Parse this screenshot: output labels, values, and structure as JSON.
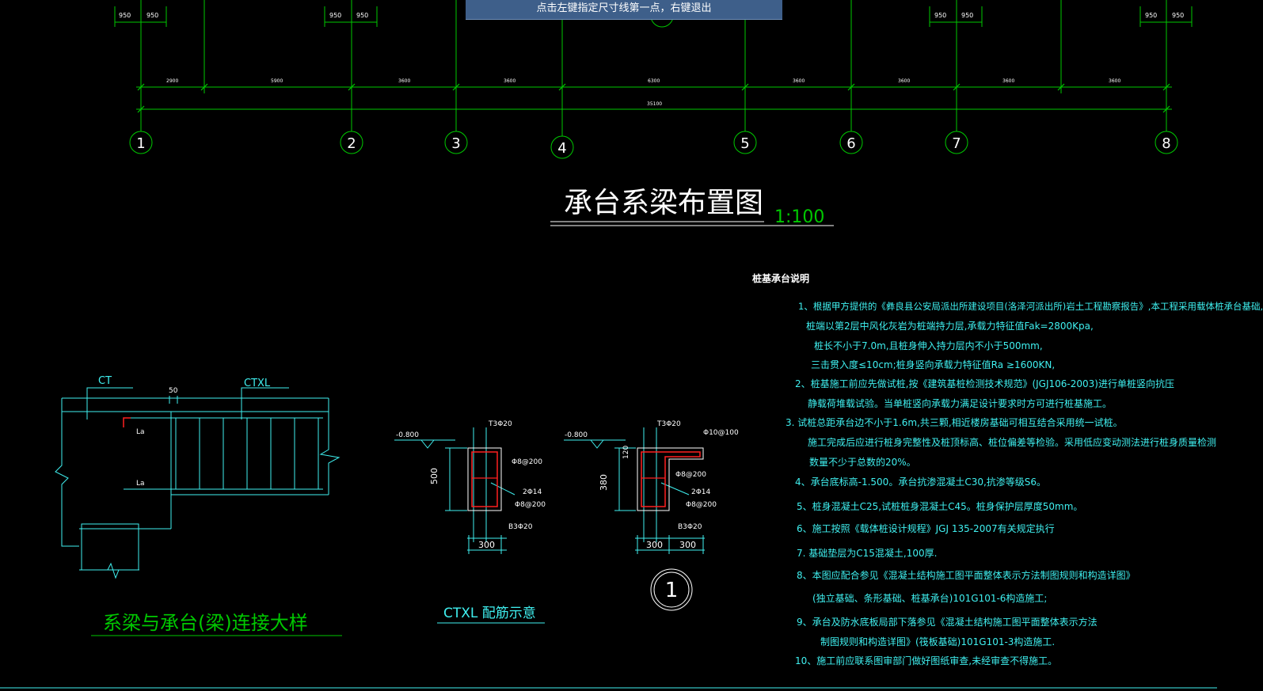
{
  "prompt": {
    "text": "点击左键指定尺寸线第一点，右键退出"
  },
  "colors": {
    "grid": "#00c800",
    "cyan": "#3ff0f0",
    "red": "#ff2020",
    "white": "#ffffff",
    "prompt_bg": "#3e5f8a"
  },
  "top_dims": {
    "pairs": [
      [
        "950",
        "950"
      ],
      [
        "950",
        "950"
      ],
      [
        "950",
        "950"
      ],
      [
        "950",
        "950"
      ]
    ],
    "segments": [
      "2900",
      "5900",
      "3600",
      "3600",
      "6300",
      "3600",
      "3600",
      "3600",
      "3600"
    ],
    "total": "35100"
  },
  "axes": [
    "1",
    "2",
    "3",
    "4",
    "5",
    "6",
    "7",
    "8"
  ],
  "plan_title": {
    "text": "承台系梁布置图",
    "scale": "1:100"
  },
  "detail_joint": {
    "label_ct": "CT",
    "label_ctxl": "CTXL",
    "dim_50": "50",
    "la_top": "La",
    "la_bottom": "La",
    "title": "系梁与承台(梁)连接大样"
  },
  "section_a": {
    "elev": "-0.800",
    "top_bar": "T3Φ20",
    "stirrup": "Φ8@200",
    "side_bar": "2Φ14",
    "stirrup2": "Φ8@200",
    "bottom_bar": "B3Φ20",
    "height": "500",
    "width": "300"
  },
  "section_b": {
    "elev": "-0.800",
    "top_bar": "T3Φ20",
    "extra": "Φ10@100",
    "h_small": "120",
    "stirrup": "Φ8@200",
    "side_bar": "2Φ14",
    "stirrup2": "Φ8@200",
    "bottom_bar": "B3Φ20",
    "height": "380",
    "width_1": "300",
    "width_2": "300",
    "mark": "1"
  },
  "section_title": "CTXL 配筋示意",
  "notes": {
    "heading": "桩基承台说明",
    "lines": [
      "1、根据甲方提供的《彝良县公安局派出所建设项目(洛泽河派出所)岩土工程勘察报告》,本工程采用载体桩承台基础,",
      "桩端以第2层中风化灰岩为桩端持力层,承载力特征值Fak=2800Kpa,",
      "桩长不小于7.0m,且桩身伸入持力层内不小于500mm,",
      "三击贯入度≤10cm;桩身竖向承载力特征值Ra ≥1600KN,",
      "2、桩基施工前应先做试桩,按《建筑基桩检测技术规范》(JGJ106-2003)进行单桩竖向抗压",
      "静载荷堆载试验。当单桩竖向承载力满足设计要求时方可进行桩基施工。",
      "3. 试桩总距承台边不小于1.6m,共三颗,相近楼房基础可相互结合采用统一试桩。",
      "施工完成后应进行桩身完整性及桩顶标高、桩位偏差等检验。采用低应变动测法进行桩身质量检测",
      "数量不少于总数的20%。",
      "4、承台底标高-1.500。承台抗渗混凝土C30,抗渗等级S6。",
      "5、桩身混凝土C25,试桩桩身混凝土C45。桩身保护层厚度50mm。",
      "6、施工按照《载体桩设计规程》JGJ 135-2007有关规定执行",
      "7. 基础垫层为C15混凝土,100厚.",
      "8、本图应配合参见《混凝土结构施工图平面整体表示方法制图规则和构造详图》",
      "(独立基础、条形基础、桩基承台)101G101-6构造施工;",
      "9、承台及防水底板局部下落参见《混凝土结构施工图平面整体表示方法",
      "制图规则和构造详图》(筏板基础)101G101-3构造施工.",
      "10、施工前应联系图审部门做好图纸审查,未经审查不得施工。"
    ]
  }
}
